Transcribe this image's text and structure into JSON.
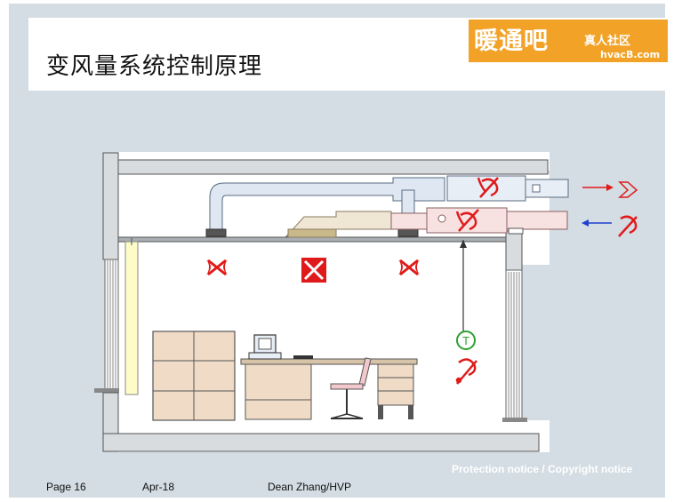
{
  "title": "变风量系统控制原理",
  "logo": {
    "main": "暖通吧",
    "sub": "真人社区",
    "url": "hvacB.com"
  },
  "thermostat_label": "T",
  "footer": {
    "page": "Page 16",
    "date": "Apr-18",
    "author": "Dean Zhang/HVP",
    "notice": "Protection notice / Copyright notice"
  },
  "colors": {
    "background_band": "#d3dde3",
    "supply_duct": "#dfe7f2",
    "return_duct": "#f7e1e1",
    "accent_red": "#e01a1a",
    "arrow_blue": "#1f3fcf",
    "logo": "#f2a227",
    "thermostat": "#2ca02c"
  },
  "icons": [
    "supply-damper-icon",
    "return-damper-icon",
    "supply-outlet-icon",
    "light-fixture-icon",
    "thermostat-icon",
    "temperature-sensor-icon",
    "outside-air-icon",
    "exhaust-air-icon"
  ]
}
